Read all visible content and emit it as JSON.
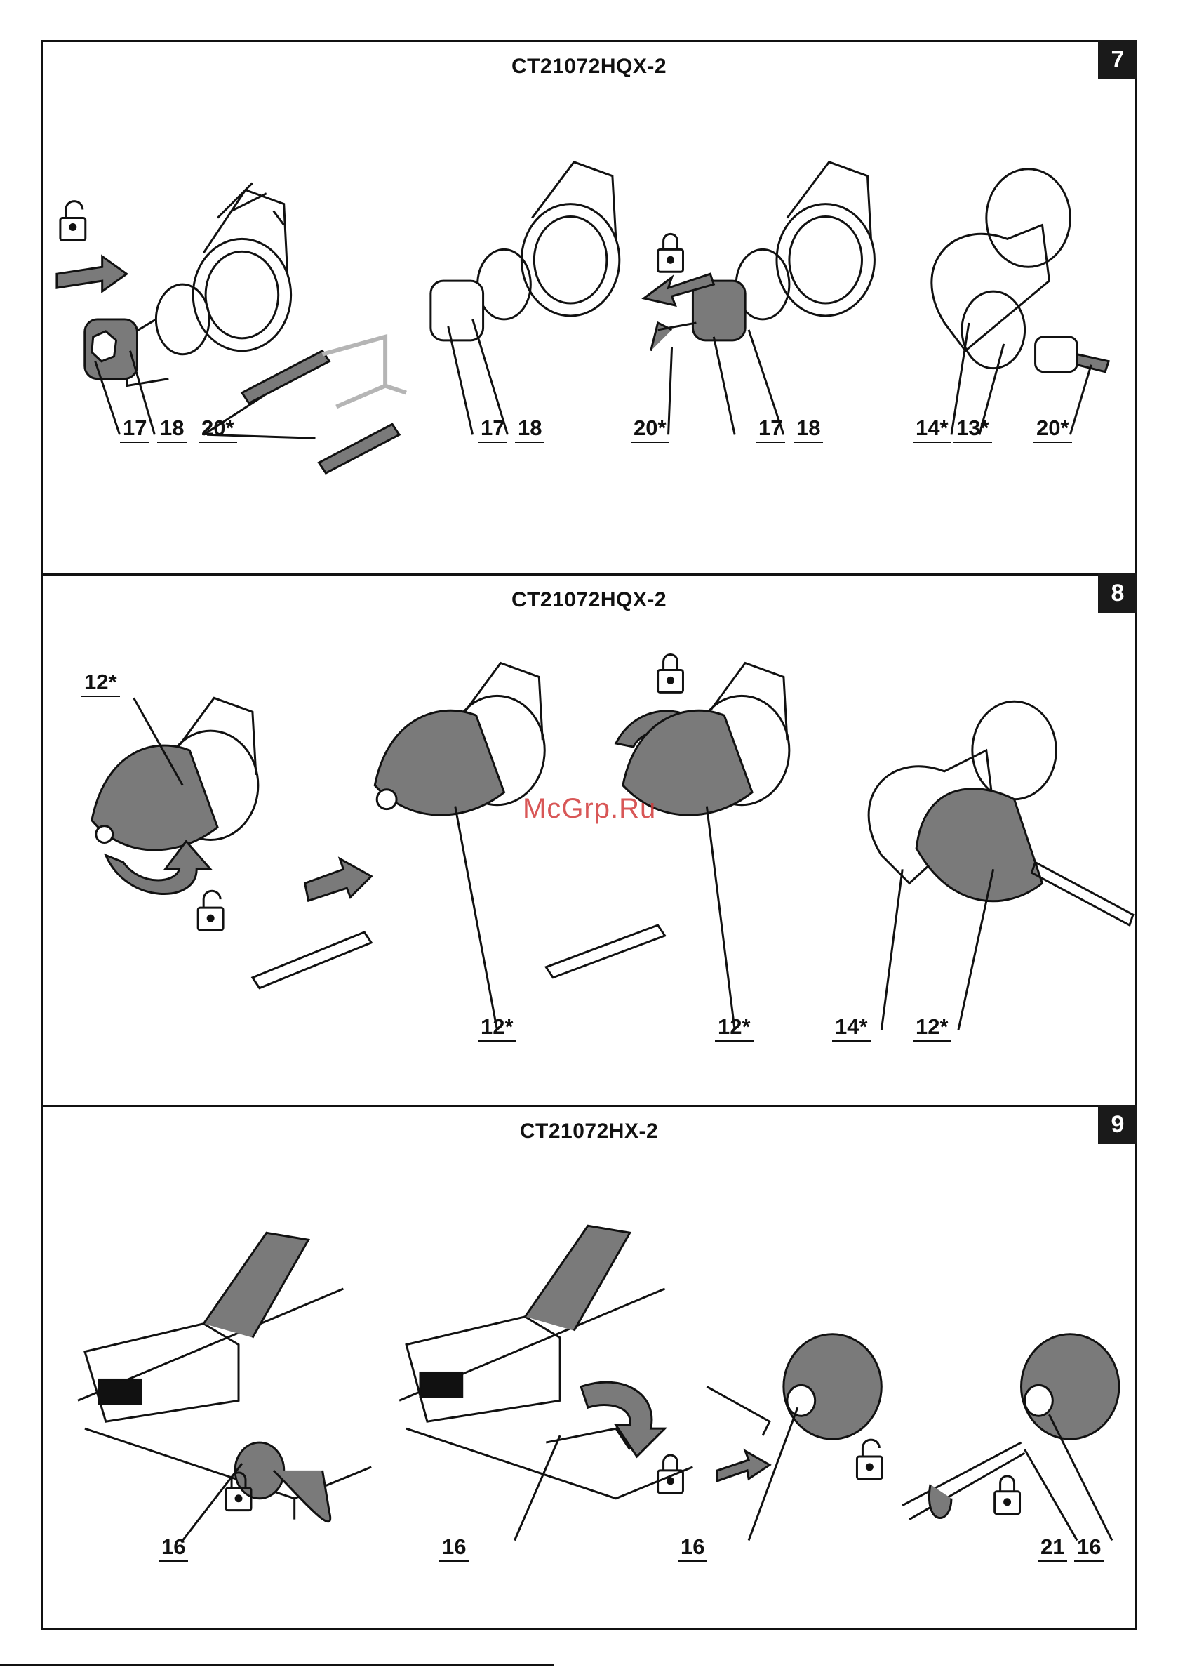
{
  "sections": [
    {
      "number": "7",
      "title": "CT21072HQX-2",
      "callouts": [
        "17",
        "18",
        "20*",
        "17",
        "18",
        "20*",
        "17",
        "18",
        "14*",
        "13*",
        "20*"
      ]
    },
    {
      "number": "8",
      "title": "CT21072HQX-2",
      "callouts": [
        "12*",
        "12*",
        "12*",
        "14*",
        "12*"
      ]
    },
    {
      "number": "9",
      "title": "CT21072HX-2",
      "callouts": [
        "16",
        "16",
        "16",
        "21",
        "16"
      ]
    }
  ],
  "watermark": "McGrp.Ru",
  "icons": [
    "lock-open-icon",
    "lock-closed-icon",
    "arrow-icon",
    "rotate-arrow-icon"
  ],
  "colors": {
    "ink": "#111111",
    "tool_gray": "#7a7a7a",
    "link_gray": "#b5b5b5",
    "watermark": "#d23a3a"
  }
}
